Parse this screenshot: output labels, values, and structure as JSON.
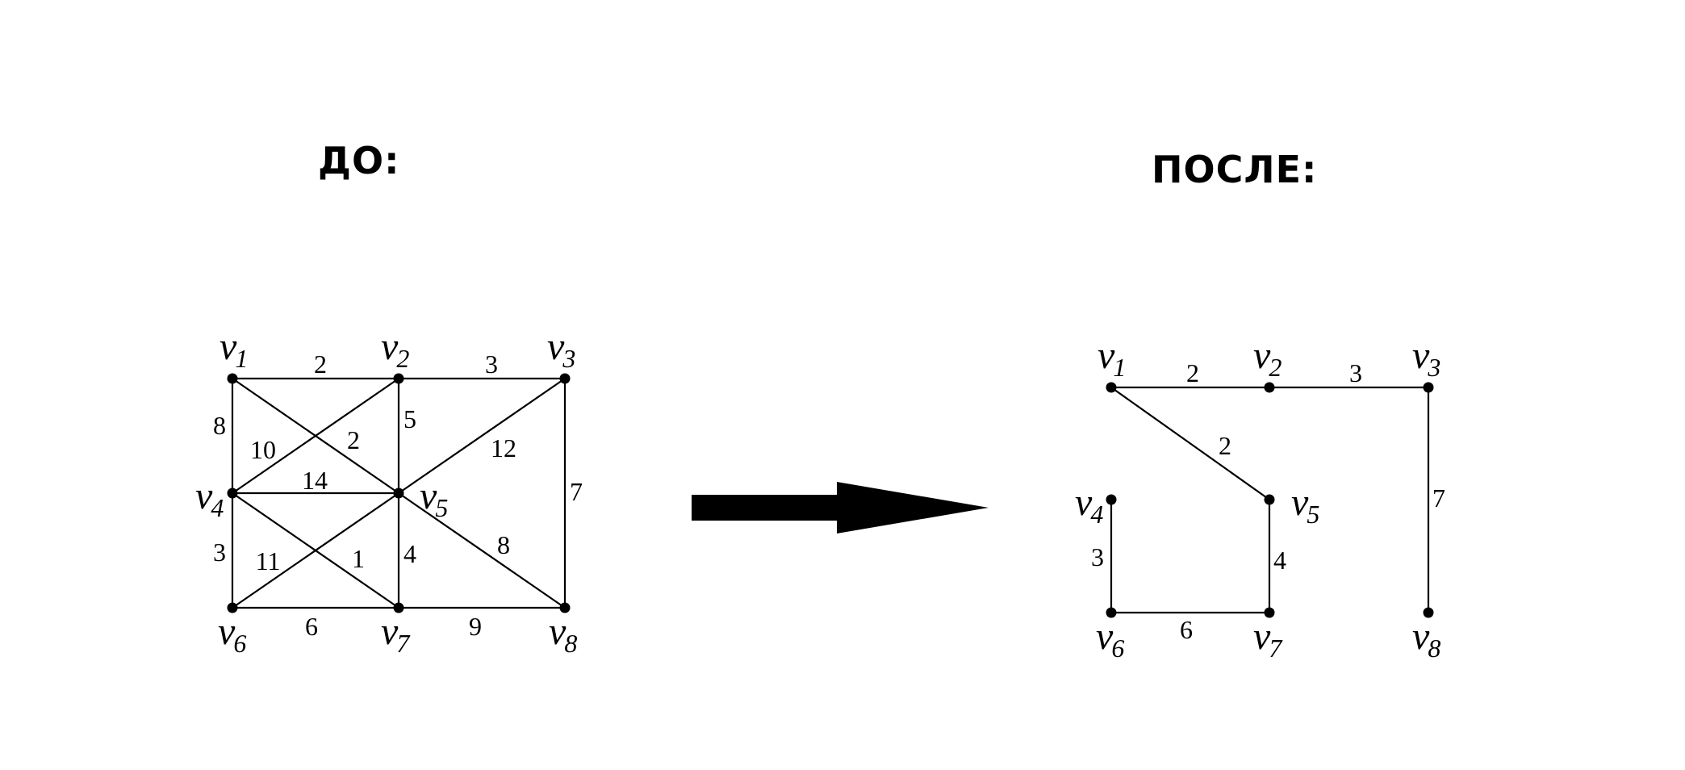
{
  "titles": {
    "before": "ДО:",
    "after": "ПОСЛЕ:"
  },
  "vertex_letter": "v",
  "graph_before": {
    "vertices": [
      {
        "id": "v1",
        "sub": "1"
      },
      {
        "id": "v2",
        "sub": "2"
      },
      {
        "id": "v3",
        "sub": "3"
      },
      {
        "id": "v4",
        "sub": "4"
      },
      {
        "id": "v5",
        "sub": "5"
      },
      {
        "id": "v6",
        "sub": "6"
      },
      {
        "id": "v7",
        "sub": "7"
      },
      {
        "id": "v8",
        "sub": "8"
      }
    ],
    "edges": [
      {
        "from": "v1",
        "to": "v2",
        "weight": "2"
      },
      {
        "from": "v2",
        "to": "v3",
        "weight": "3"
      },
      {
        "from": "v1",
        "to": "v4",
        "weight": "8"
      },
      {
        "from": "v2",
        "to": "v4",
        "weight": "10"
      },
      {
        "from": "v1",
        "to": "v5",
        "weight": "2"
      },
      {
        "from": "v2",
        "to": "v5",
        "weight": "5"
      },
      {
        "from": "v3",
        "to": "v5",
        "weight": "12"
      },
      {
        "from": "v3",
        "to": "v8",
        "weight": "7"
      },
      {
        "from": "v4",
        "to": "v5",
        "weight": "14"
      },
      {
        "from": "v4",
        "to": "v6",
        "weight": "3"
      },
      {
        "from": "v5",
        "to": "v6",
        "weight": "11"
      },
      {
        "from": "v4",
        "to": "v7",
        "weight": "1"
      },
      {
        "from": "v5",
        "to": "v7",
        "weight": "4"
      },
      {
        "from": "v5",
        "to": "v8",
        "weight": "8"
      },
      {
        "from": "v6",
        "to": "v7",
        "weight": "6"
      },
      {
        "from": "v7",
        "to": "v8",
        "weight": "9"
      }
    ]
  },
  "graph_after": {
    "vertices": [
      {
        "id": "v1",
        "sub": "1"
      },
      {
        "id": "v2",
        "sub": "2"
      },
      {
        "id": "v3",
        "sub": "3"
      },
      {
        "id": "v4",
        "sub": "4"
      },
      {
        "id": "v5",
        "sub": "5"
      },
      {
        "id": "v6",
        "sub": "6"
      },
      {
        "id": "v7",
        "sub": "7"
      },
      {
        "id": "v8",
        "sub": "8"
      }
    ],
    "edges": [
      {
        "from": "v1",
        "to": "v2",
        "weight": "2"
      },
      {
        "from": "v2",
        "to": "v3",
        "weight": "3"
      },
      {
        "from": "v1",
        "to": "v5",
        "weight": "2"
      },
      {
        "from": "v3",
        "to": "v8",
        "weight": "7"
      },
      {
        "from": "v4",
        "to": "v6",
        "weight": "3"
      },
      {
        "from": "v5",
        "to": "v7",
        "weight": "4"
      },
      {
        "from": "v6",
        "to": "v7",
        "weight": "6"
      }
    ]
  }
}
